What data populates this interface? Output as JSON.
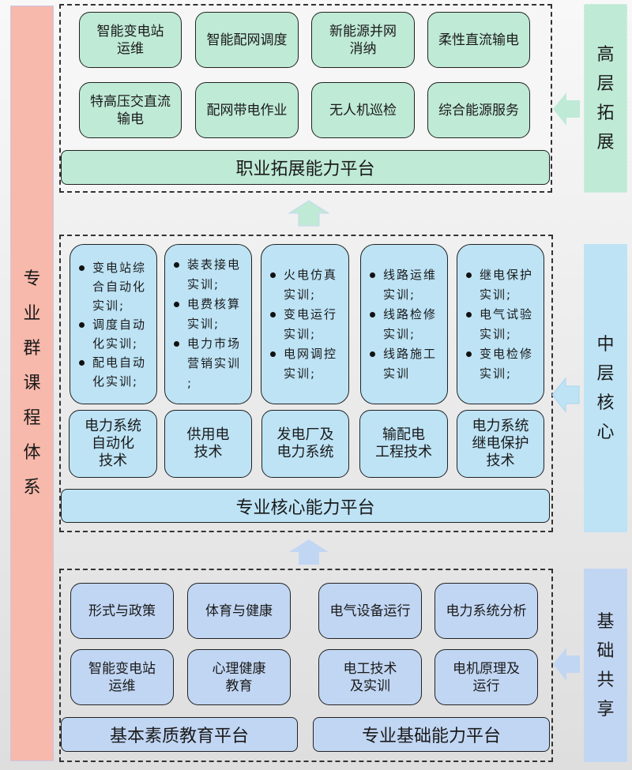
{
  "pillar_label": [
    "专",
    "业",
    "群",
    "课",
    "程",
    "体",
    "系"
  ],
  "top_layer": {
    "side_label": [
      "高",
      "层",
      "拓",
      "展"
    ],
    "boxes_row1": [
      "智能变电站\n运维",
      "智能配网调度",
      "新能源并网\n消纳",
      "柔性直流输电"
    ],
    "boxes_row2": [
      "特高压交直流\n输电",
      "配网带电作业",
      "无人机巡检",
      "综合能源服务"
    ],
    "platform": "职业拓展能力平台",
    "color": "#bfead6"
  },
  "middle_layer": {
    "side_label": [
      "中",
      "层",
      "核",
      "心"
    ],
    "training_boxes": [
      [
        "变电站综合自动化实训;",
        "调度自动化实训;",
        "配电自动化实训;"
      ],
      [
        "装表接电实训;",
        "电费核算实训;",
        "电力市场营销实训;"
      ],
      [
        "火电仿真实训;",
        "变电运行实训;",
        "电网调控实训;"
      ],
      [
        "线路运维实训;",
        "线路检修实训;",
        "线路施工实训"
      ],
      [
        "继电保护实训;",
        "电气试验实训;",
        "变电检修实训;"
      ]
    ],
    "courses": [
      "电力系统\n自动化\n技术",
      "供用电\n技术",
      "发电厂及\n电力系统",
      "输配电\n工程技术",
      "电力系统\n继电保护\n技术"
    ],
    "platform": "专业核心能力平台",
    "color": "#bde3f5"
  },
  "bottom_layer": {
    "side_label": [
      "基",
      "础",
      "共",
      "享"
    ],
    "left_row1": [
      "形式与政策",
      "体育与健康"
    ],
    "left_row2": [
      "智能变电站\n运维",
      "心理健康\n教育"
    ],
    "right_row1": [
      "电气设备运行",
      "电力系统分析"
    ],
    "right_row2": [
      "电工技术\n及实训",
      "电机原理及\n运行"
    ],
    "platform_left": "基本素质教育平台",
    "platform_right": "专业基础能力平台",
    "color": "#c1d6f3"
  },
  "pillar_color": "#f7b9ab"
}
